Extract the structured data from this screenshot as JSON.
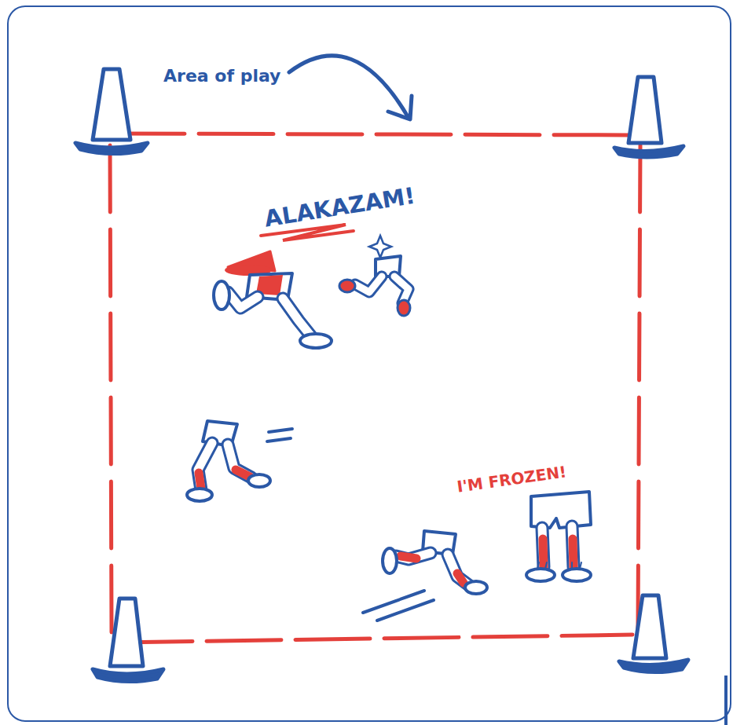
{
  "diagram": {
    "labels": [
      "Area of play",
      "ALAKAZAM!",
      "I'M FROZEN!"
    ]
  }
}
